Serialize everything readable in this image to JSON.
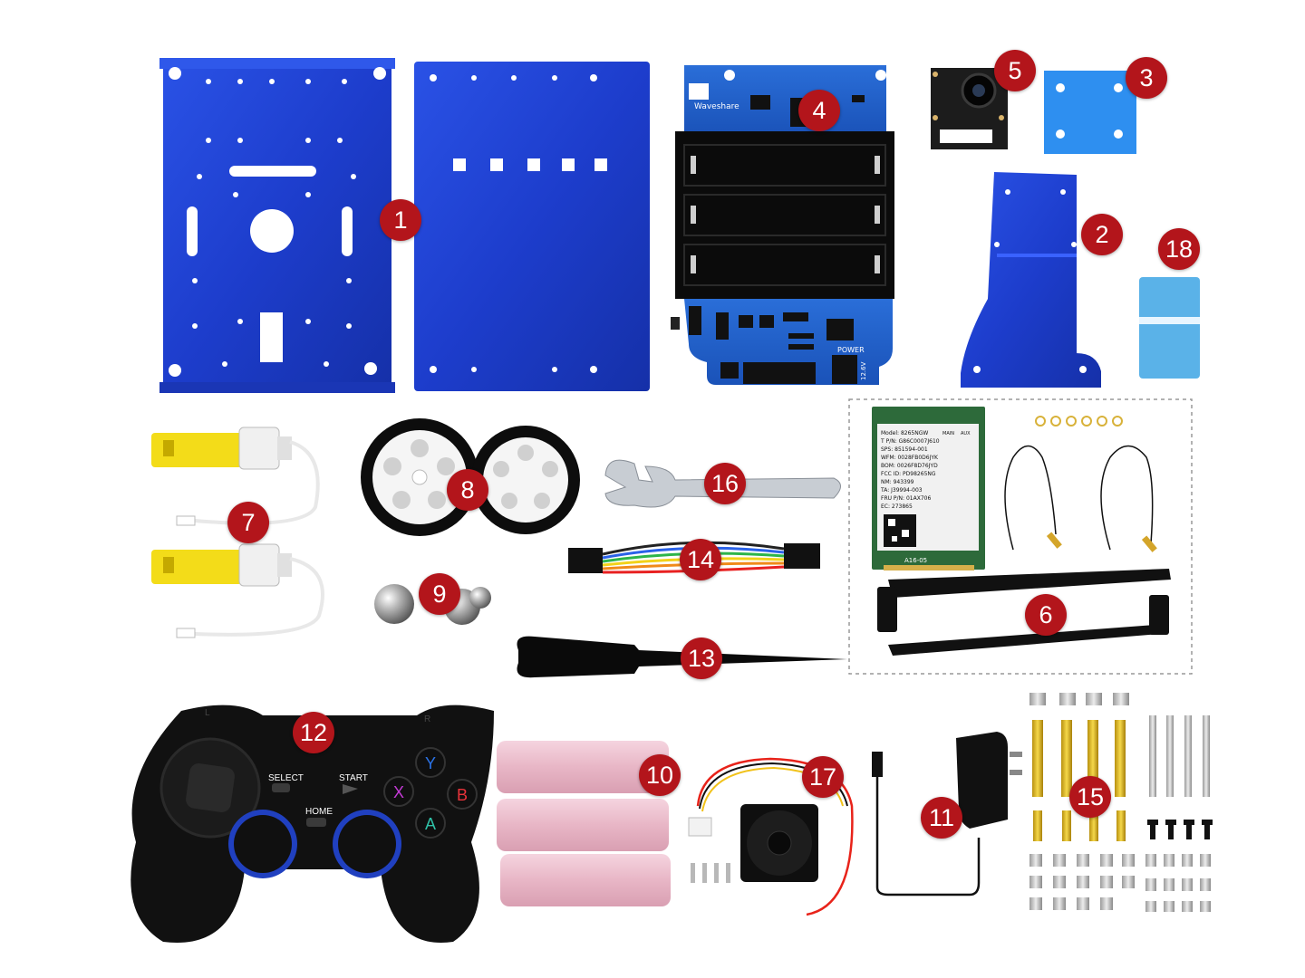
{
  "brand": {
    "logo_text": "Waveshare"
  },
  "board_labels": {
    "power": "POWER",
    "voltage": "12.6V"
  },
  "wifi_card": {
    "lines": [
      "Model: 8265NGW",
      "T P/N: G86C0007J610",
      "SPS: 851594-001",
      "WFM: 0028FB0D6JYK",
      "BOM: 0026F8D76JYD",
      "FCC ID: PD98265NG",
      "NM: 943399",
      "TA: J39994-003",
      "FRU P/N: 01AX706",
      "EC: 273865",
      "A16-05"
    ],
    "keys": [
      "MAIN",
      "AUX"
    ]
  },
  "gamepad": {
    "select": "SELECT",
    "start": "START",
    "home": "HOME",
    "buttons": [
      "Y",
      "X",
      "B",
      "A"
    ],
    "shoulder": [
      "L",
      "R"
    ]
  },
  "callouts": [
    "1",
    "2",
    "3",
    "4",
    "5",
    "6",
    "7",
    "8",
    "9",
    "10",
    "11",
    "12",
    "13",
    "14",
    "15",
    "16",
    "17",
    "18"
  ],
  "colors": {
    "badge": "#b3151b",
    "plate": "#1f3fd0",
    "pcb": "#1f5ec8",
    "battery": "#f0c6d4",
    "motor": "#f3dc19"
  }
}
